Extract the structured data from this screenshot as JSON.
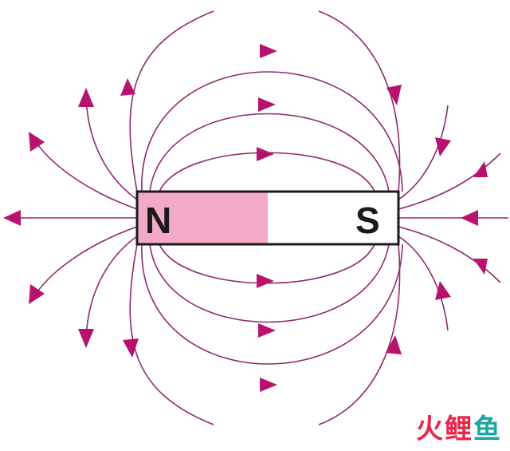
{
  "magnet": {
    "north_label": "N",
    "south_label": "S",
    "north_fill": "#f4a9c7",
    "south_fill": "#ffffff",
    "outline": "#1a1a1a"
  },
  "field_lines": {
    "line_color": "#8e2a6e",
    "arrow_color": "#b8126e",
    "direction": "north-to-south"
  },
  "watermark": {
    "part_a": "火",
    "part_b": "鲤",
    "part_c": "鱼"
  }
}
